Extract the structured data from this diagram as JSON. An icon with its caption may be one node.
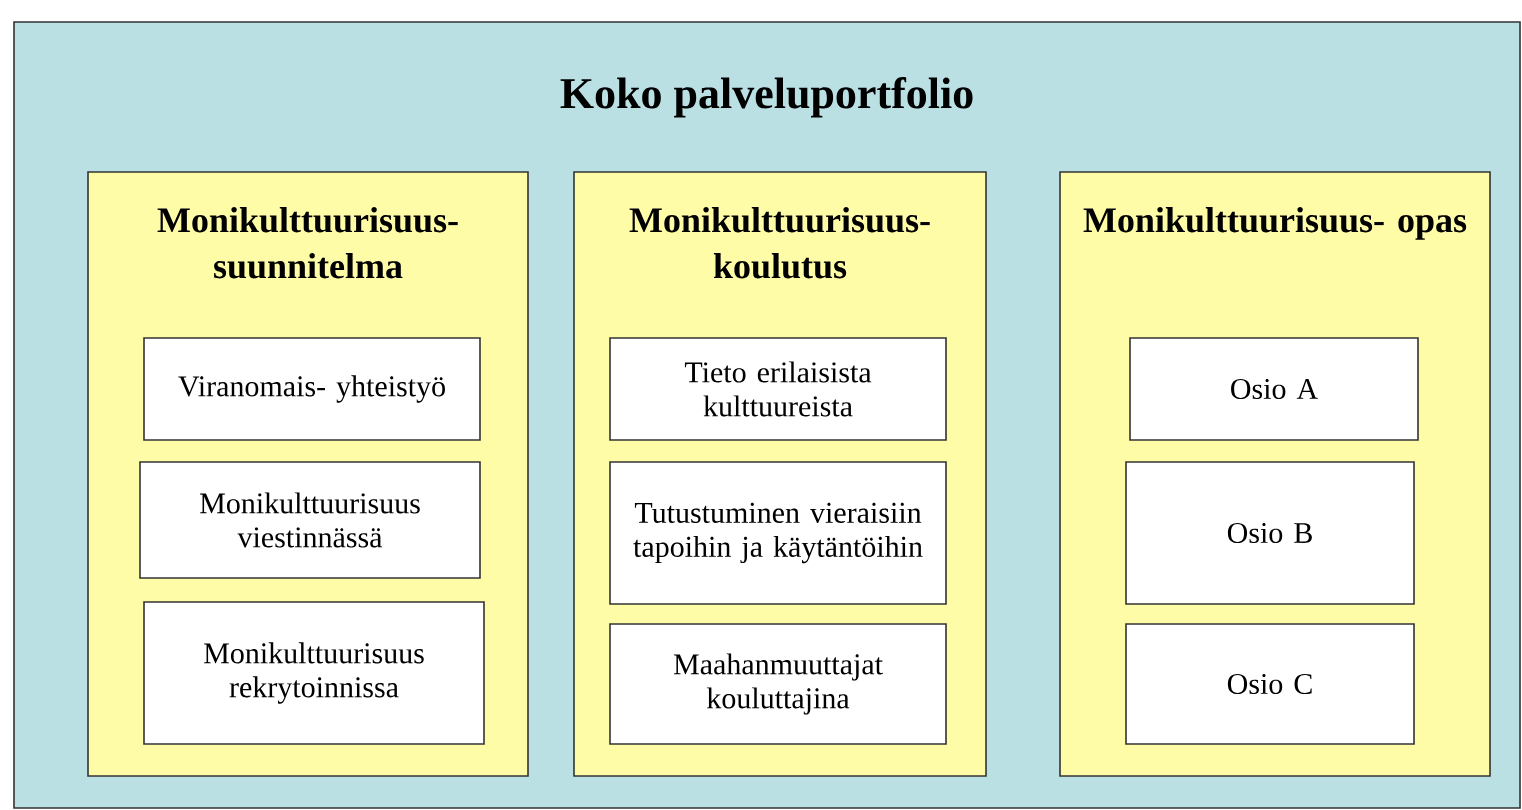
{
  "diagram": {
    "nodes": [
      {
        "text": [
          "Koko palveluportfolio"
        ]
      },
      {
        "text": [
          "Monikulttuurisuus- suunnitelma"
        ],
        "in": 0
      },
      {
        "text": [
          "Viranomais- yhteistyö"
        ],
        "in": 1
      },
      {
        "text": [
          "Monikulttuurisuus viestinnässä"
        ],
        "in": 1
      },
      {
        "text": [
          "Monikulttuurisuus rekrytoinnissa"
        ],
        "in": 1
      },
      {
        "text": [
          "Monikulttuurisuus- koulutus"
        ],
        "in": 0
      },
      {
        "text": [
          "Tieto erilaisista kulttuureista"
        ],
        "in": 5
      },
      {
        "text": [
          "Tutustuminen vieraisiin tapoihin ja käytäntöihin"
        ],
        "in": 5
      },
      {
        "text": [
          "Maahanmuuttajat kouluttajina"
        ],
        "in": 5
      },
      {
        "text": [
          "Monikulttuurisuus- opas"
        ],
        "in": 0
      },
      {
        "text": [
          "Osio A"
        ],
        "in": 9
      },
      {
        "text": [
          "Osio B"
        ],
        "in": 9
      },
      {
        "text": [
          "Osio C"
        ],
        "in": 9
      }
    ],
    "edges": []
  }
}
